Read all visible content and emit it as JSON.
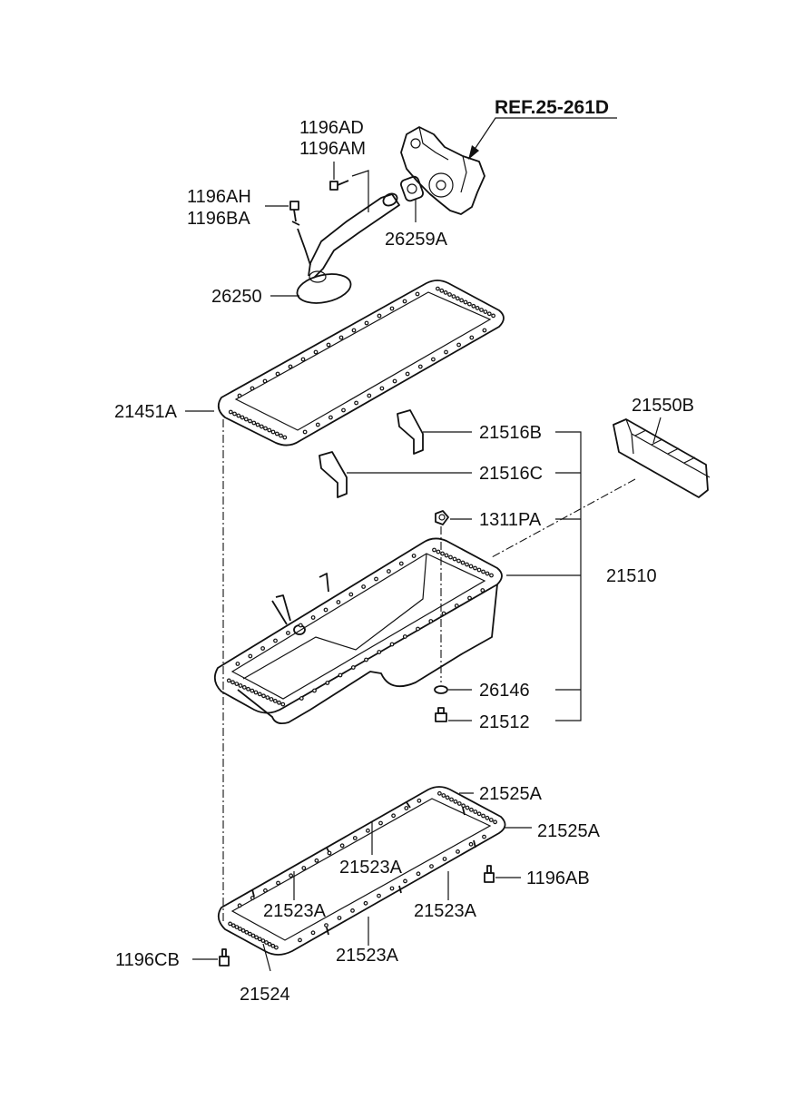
{
  "reference": "REF.25-261D",
  "labels": {
    "p1196AD": "1196AD",
    "p1196AM": "1196AM",
    "p1196AH": "1196AH",
    "p1196BA": "1196BA",
    "p26259A": "26259A",
    "p26250": "26250",
    "p21451A": "21451A",
    "p21550B": "21550B",
    "p21516B": "21516B",
    "p21516C": "21516C",
    "p1311PA": "1311PA",
    "p21510": "21510",
    "p26146": "26146",
    "p21512": "21512",
    "p21525A_1": "21525A",
    "p21525A_2": "21525A",
    "p21523A_1": "21523A",
    "p21523A_2": "21523A",
    "p21523A_3": "21523A",
    "p21523A_4": "21523A",
    "p1196AB": "1196AB",
    "p1196CB": "1196CB",
    "p21524": "21524"
  }
}
